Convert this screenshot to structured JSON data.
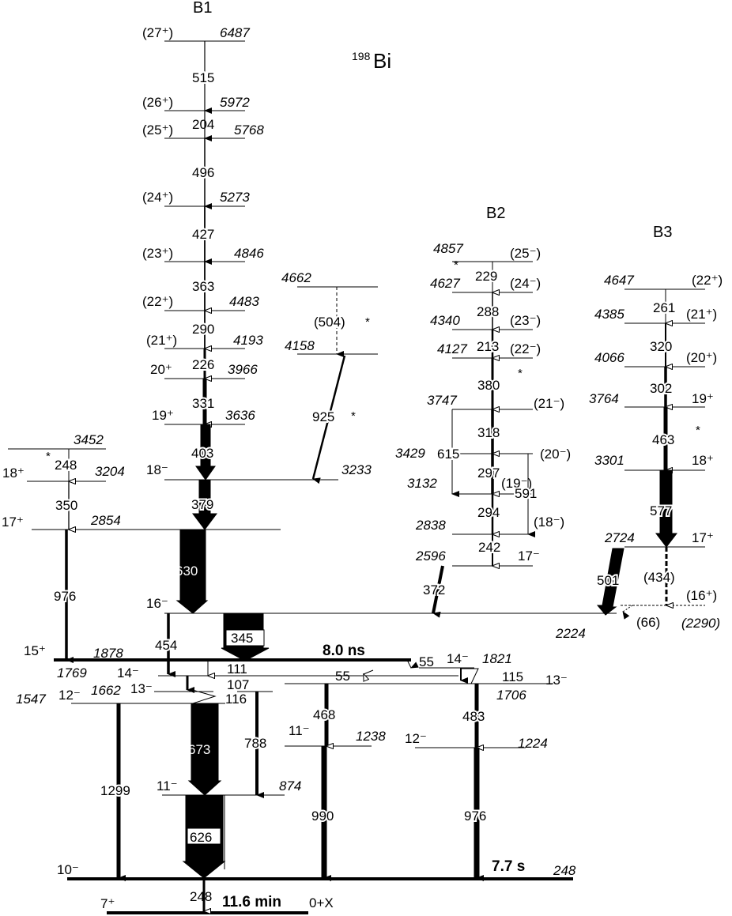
{
  "title": {
    "mass": "198",
    "element": "Bi"
  },
  "band_labels": {
    "b1": "B1",
    "b2": "B2",
    "b3": "B3"
  },
  "colors": {
    "ink": "#000000",
    "paper": "#ffffff"
  },
  "levels": [
    {
      "id": "b1-6487",
      "energy": "6487",
      "spin": "(27⁺)"
    },
    {
      "id": "b1-5972",
      "energy": "5972",
      "spin": "(26⁺)"
    },
    {
      "id": "b1-5768",
      "energy": "5768",
      "spin": "(25⁺)"
    },
    {
      "id": "b1-5273",
      "energy": "5273",
      "spin": "(24⁺)"
    },
    {
      "id": "b1-4846",
      "energy": "4846",
      "spin": "(23⁺)"
    },
    {
      "id": "b1-4483",
      "energy": "4483",
      "spin": "(22⁺)"
    },
    {
      "id": "b1-4193",
      "energy": "4193",
      "spin": "(21⁺)"
    },
    {
      "id": "b1-3966",
      "energy": "3966",
      "spin": "20⁺"
    },
    {
      "id": "b1-3636",
      "energy": "3636",
      "spin": "19⁺"
    },
    {
      "id": "b1-3233",
      "energy": "3233",
      "spin": "18⁻"
    },
    {
      "id": "side-4662",
      "energy": "4662",
      "spin": ""
    },
    {
      "id": "side-4158",
      "energy": "4158",
      "spin": ""
    },
    {
      "id": "left-3452",
      "energy": "3452",
      "spin": ""
    },
    {
      "id": "left-3204",
      "energy": "3204",
      "spin": "18⁺"
    },
    {
      "id": "left-2854",
      "energy": "2854",
      "spin": "17⁺"
    },
    {
      "id": "b2-4857",
      "energy": "4857",
      "spin": "(25⁻)"
    },
    {
      "id": "b2-4627",
      "energy": "4627",
      "spin": "(24⁻)"
    },
    {
      "id": "b2-4340",
      "energy": "4340",
      "spin": "(23⁻)"
    },
    {
      "id": "b2-4127",
      "energy": "4127",
      "spin": "(22⁻)"
    },
    {
      "id": "b2-3747",
      "energy": "3747",
      "spin": "(21⁻)"
    },
    {
      "id": "b2-3429",
      "energy": "3429",
      "spin": "(20⁻)"
    },
    {
      "id": "b2-3132",
      "energy": "3132",
      "spin": "(19⁻)"
    },
    {
      "id": "b2-2838",
      "energy": "2838",
      "spin": "(18⁻)"
    },
    {
      "id": "b2-2596",
      "energy": "2596",
      "spin": "17⁻"
    },
    {
      "id": "b3-4647",
      "energy": "4647",
      "spin": "(22⁺)"
    },
    {
      "id": "b3-4385",
      "energy": "4385",
      "spin": "(21⁺)"
    },
    {
      "id": "b3-4066",
      "energy": "4066",
      "spin": "(20⁺)"
    },
    {
      "id": "b3-3764",
      "energy": "3764",
      "spin": "19⁺"
    },
    {
      "id": "b3-3301",
      "energy": "3301",
      "spin": "18⁺"
    },
    {
      "id": "b3-2724",
      "energy": "2724",
      "spin": "17⁺"
    },
    {
      "id": "b3-2290",
      "energy": "(2290)",
      "spin": "(16⁺)"
    },
    {
      "id": "lv-2224",
      "energy": "2224",
      "spin": "16⁻"
    },
    {
      "id": "lv-1878",
      "energy": "1878",
      "spin": "15⁺"
    },
    {
      "id": "lv-1821",
      "energy": "1821",
      "spin": "14⁻"
    },
    {
      "id": "lv-1769",
      "energy": "1769",
      "spin": "14⁻"
    },
    {
      "id": "lv-1706",
      "energy": "1706",
      "spin": "13⁻"
    },
    {
      "id": "lv-1662",
      "energy": "1662",
      "spin": "13⁻"
    },
    {
      "id": "lv-1547",
      "energy": "1547",
      "spin": "12⁻"
    },
    {
      "id": "lv-1238",
      "energy": "1238",
      "spin": "11⁻"
    },
    {
      "id": "lv-1224",
      "energy": "1224",
      "spin": "12⁻"
    },
    {
      "id": "lv-874",
      "energy": "874",
      "spin": "11⁻"
    },
    {
      "id": "lv-248",
      "energy": "248",
      "spin": "10⁻"
    },
    {
      "id": "lv-0",
      "energy": "0+X",
      "spin": "7⁺"
    }
  ],
  "gammas": [
    {
      "id": "g515",
      "energy": "515"
    },
    {
      "id": "g204",
      "energy": "204"
    },
    {
      "id": "g496",
      "energy": "496"
    },
    {
      "id": "g427",
      "energy": "427"
    },
    {
      "id": "g363",
      "energy": "363"
    },
    {
      "id": "g290",
      "energy": "290"
    },
    {
      "id": "g226",
      "energy": "226"
    },
    {
      "id": "g331",
      "energy": "331"
    },
    {
      "id": "g403",
      "energy": "403"
    },
    {
      "id": "g379",
      "energy": "379"
    },
    {
      "id": "g630",
      "energy": "630"
    },
    {
      "id": "g504",
      "energy": "(504)"
    },
    {
      "id": "g925",
      "energy": "925"
    },
    {
      "id": "g248a",
      "energy": "248"
    },
    {
      "id": "g350",
      "energy": "350"
    },
    {
      "id": "g976a",
      "energy": "976"
    },
    {
      "id": "g229",
      "energy": "229"
    },
    {
      "id": "g288",
      "energy": "288"
    },
    {
      "id": "g213",
      "energy": "213"
    },
    {
      "id": "g380",
      "energy": "380"
    },
    {
      "id": "g318",
      "energy": "318"
    },
    {
      "id": "g615",
      "energy": "615"
    },
    {
      "id": "g297",
      "energy": "297"
    },
    {
      "id": "g591",
      "energy": "591"
    },
    {
      "id": "g294",
      "energy": "294"
    },
    {
      "id": "g242",
      "energy": "242"
    },
    {
      "id": "g372",
      "energy": "372"
    },
    {
      "id": "g261",
      "energy": "261"
    },
    {
      "id": "g320",
      "energy": "320"
    },
    {
      "id": "g302",
      "energy": "302"
    },
    {
      "id": "g463",
      "energy": "463"
    },
    {
      "id": "g577",
      "energy": "577"
    },
    {
      "id": "g434",
      "energy": "(434)"
    },
    {
      "id": "g501",
      "energy": "501"
    },
    {
      "id": "g66",
      "energy": "(66)"
    },
    {
      "id": "g454",
      "energy": "454"
    },
    {
      "id": "g345",
      "energy": "345"
    },
    {
      "id": "g55a",
      "energy": "55"
    },
    {
      "id": "g55b",
      "energy": "55"
    },
    {
      "id": "g111",
      "energy": "111"
    },
    {
      "id": "g107",
      "energy": "107"
    },
    {
      "id": "g115",
      "energy": "115"
    },
    {
      "id": "g116",
      "energy": "116"
    },
    {
      "id": "g468",
      "energy": "468"
    },
    {
      "id": "g483",
      "energy": "483"
    },
    {
      "id": "g673",
      "energy": "673"
    },
    {
      "id": "g788",
      "energy": "788"
    },
    {
      "id": "g1299",
      "energy": "1299"
    },
    {
      "id": "g990",
      "energy": "990"
    },
    {
      "id": "g976b",
      "energy": "976"
    },
    {
      "id": "g626",
      "energy": "626"
    },
    {
      "id": "g248b",
      "energy": "248"
    }
  ],
  "half_lives": {
    "isomer_1878": "8.0 ns",
    "isomer_248": "7.7 s",
    "ground": "11.6 min"
  },
  "new_marker": "*"
}
